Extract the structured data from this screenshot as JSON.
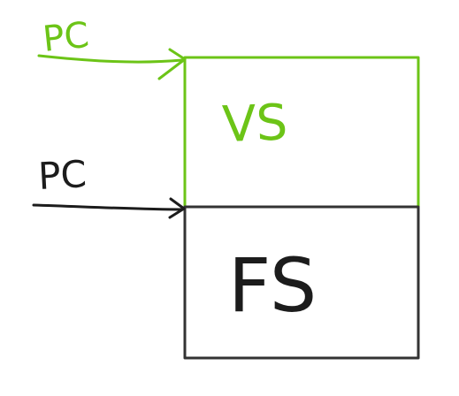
{
  "colors": {
    "green": "#6cc417",
    "dark": "#1c1c1c",
    "box_outline": "#333333"
  },
  "labels": {
    "top_arrow": "PC",
    "bottom_arrow": "PC",
    "top_box": "VS",
    "bottom_box": "FS"
  }
}
